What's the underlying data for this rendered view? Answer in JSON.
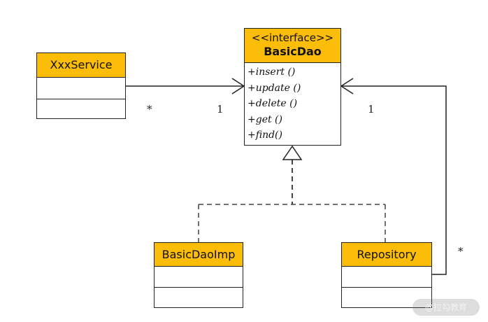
{
  "classes": {
    "xxx_service": {
      "name": "XxxService"
    },
    "basic_dao": {
      "stereotype": "<<interface>>",
      "name": "BasicDao",
      "operations": [
        "+insert ()",
        "+update ()",
        "+delete ()",
        "+get ()",
        "+find()"
      ]
    },
    "basic_dao_imp": {
      "name": "BasicDaoImp"
    },
    "repository": {
      "name": "Repository"
    }
  },
  "multiplicities": {
    "service_end": "*",
    "dao_end_service": "1",
    "dao_end_repository": "1",
    "repository_end": "*"
  },
  "watermark": "@拉勾教育",
  "colors": {
    "header_fill": "#fbbd08",
    "line": "#222222",
    "dashed_line": "#444444"
  }
}
